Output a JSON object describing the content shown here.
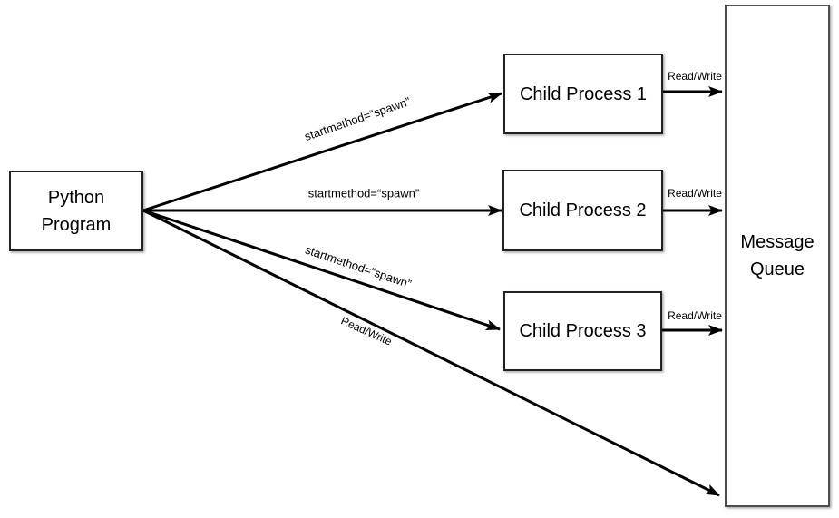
{
  "canvas": {
    "background": "#ffffff",
    "stroke_color": "#000000",
    "box_border_color": "#222222"
  },
  "nodes": {
    "python_program": {
      "label": "Python\nProgram"
    },
    "child_process_1": {
      "label": "Child Process 1"
    },
    "child_process_2": {
      "label": "Child Process 2"
    },
    "child_process_3": {
      "label": "Child Process 3"
    },
    "message_queue": {
      "label": "Message\nQueue"
    }
  },
  "edge_labels": {
    "spawn": "startmethod=“spawn”",
    "read_write": "Read/Write"
  },
  "edges": [
    {
      "from": "python_program",
      "to": "child_process_1",
      "label": "startmethod=“spawn”"
    },
    {
      "from": "python_program",
      "to": "child_process_2",
      "label": "startmethod=“spawn”"
    },
    {
      "from": "python_program",
      "to": "child_process_3",
      "label": "startmethod=“spawn”"
    },
    {
      "from": "python_program",
      "to": "message_queue",
      "label": "Read/Write"
    },
    {
      "from": "child_process_1",
      "to": "message_queue",
      "label": "Read/Write"
    },
    {
      "from": "child_process_2",
      "to": "message_queue",
      "label": "Read/Write"
    },
    {
      "from": "child_process_3",
      "to": "message_queue",
      "label": "Read/Write"
    }
  ]
}
